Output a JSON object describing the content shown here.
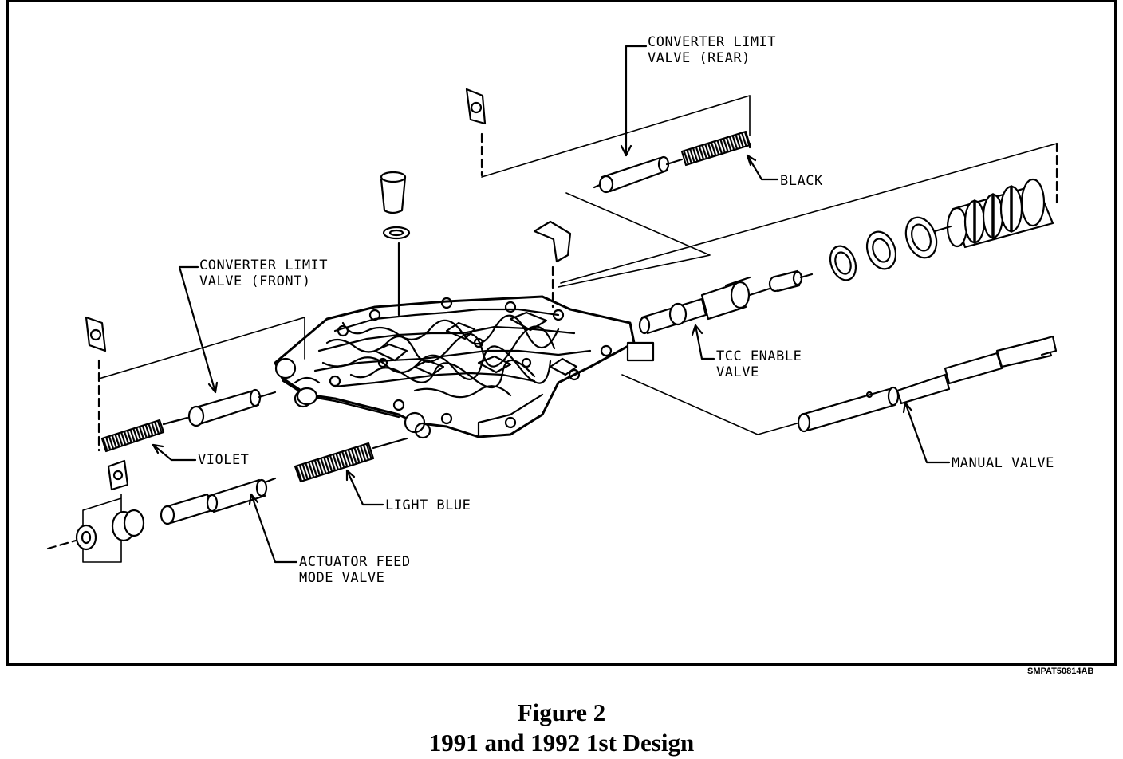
{
  "labels": {
    "clv_rear_1": "CONVERTER LIMIT",
    "clv_rear_2": "VALVE (REAR)",
    "black": "BLACK",
    "clv_front_1": "CONVERTER LIMIT",
    "clv_front_2": "VALVE (FRONT)",
    "tcc_1": "TCC ENABLE",
    "tcc_2": "VALVE",
    "violet": "VIOLET",
    "manual": "MANUAL VALVE",
    "light_blue": "LIGHT BLUE",
    "actuator_1": "ACTUATOR FEED",
    "actuator_2": "MODE VALVE"
  },
  "figure_code": "SMPAT50814AB",
  "caption": {
    "title": "Figure 2",
    "subtitle": "1991 and 1992 1st Design"
  }
}
